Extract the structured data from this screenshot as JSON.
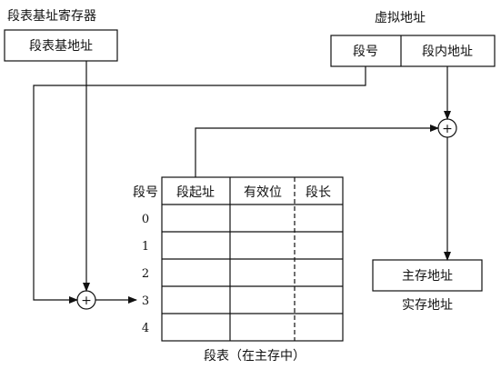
{
  "segment_table_base_register": {
    "label": "段表基址寄存器",
    "content": "段表基地址"
  },
  "virtual_address": {
    "label": "虚拟地址",
    "fields": [
      "段号",
      "段内地址"
    ]
  },
  "segment_table": {
    "row_header": "段号",
    "columns": [
      "段起址",
      "有效位",
      "段长"
    ],
    "rows": [
      "0",
      "1",
      "2",
      "3",
      "4"
    ],
    "caption": "段表（在主存中）"
  },
  "physical_address": {
    "content": "主存地址",
    "label": "实存地址"
  },
  "adders": [
    {
      "symbol": "+"
    },
    {
      "symbol": "+"
    }
  ]
}
